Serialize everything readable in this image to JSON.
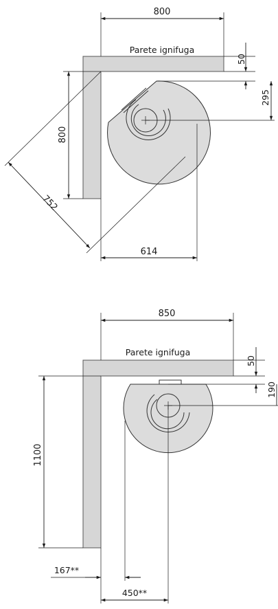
{
  "colors": {
    "wall": "#d6d6d6",
    "stove": "#dcdcdc",
    "line": "#1a1a1a"
  },
  "diagram_top": {
    "wall_label": "Parete ignifuga",
    "dim_width": "800",
    "dim_wall_thickness": "50",
    "dim_center_offset": "295",
    "dim_height": "800",
    "dim_diagonal": "752",
    "dim_depth": "614"
  },
  "diagram_bottom": {
    "wall_label": "Parete ignifuga",
    "dim_width": "850",
    "dim_wall_thickness": "50",
    "dim_center_offset": "190",
    "dim_height": "1100",
    "dim_side_clearance": "167**",
    "dim_center_distance": "450**"
  }
}
